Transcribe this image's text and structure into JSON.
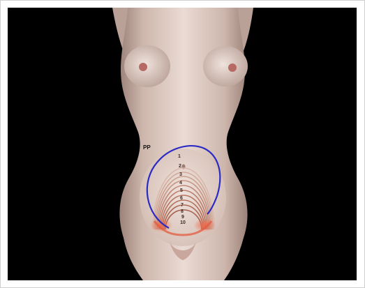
{
  "diagram": {
    "colors": {
      "background": "#000000",
      "skin_light": "#e8d8d1",
      "skin_mid": "#cbb2a7",
      "skin_shadow": "#a88e84",
      "nipple": "#b56b64",
      "pp_arc": "#2c2ac4",
      "ring_light": "#d8b5a8",
      "ring_dark": "#b06d5d",
      "ring_red": "#e35b3f"
    },
    "pp_label": "PP",
    "ring_labels": [
      "1",
      "2",
      "3",
      "4",
      "5",
      "6",
      "7",
      "8",
      "9",
      "10"
    ]
  }
}
